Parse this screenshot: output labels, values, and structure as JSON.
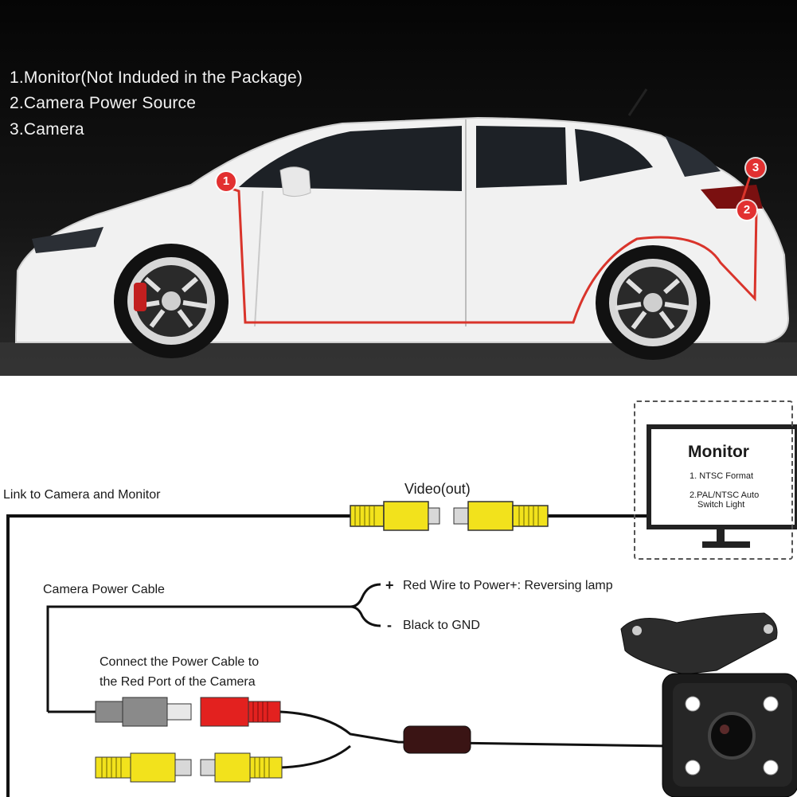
{
  "legend": {
    "item1": "1.Monitor(Not Induded in the Package)",
    "item2": "2.Camera Power Source",
    "item3": "3.Camera"
  },
  "markers": {
    "m1": "1",
    "m2": "2",
    "m3": "3"
  },
  "wiring": {
    "link_label": "Link to Camera and Monitor",
    "video_label": "Video(out)",
    "power_cable_label": "Camera Power Cable",
    "red_wire_sign": "+",
    "red_wire_label": "Red Wire to Power+: Reversing lamp",
    "black_wire_sign": "-",
    "black_wire_label": "Black to GND",
    "connect_label_line1": "Connect the Power Cable to",
    "connect_label_line2": "the Red Port of the Camera"
  },
  "monitor": {
    "title": "Monitor",
    "spec1": "1. NTSC Format",
    "spec2_line1": "2.PAL/NTSC Auto",
    "spec2_line2": "Switch Light"
  },
  "colors": {
    "connector_yellow": "#f2e21c",
    "connector_red": "#e3211f",
    "connector_grey": "#8a8a8a",
    "route_line": "#d9342b",
    "marker": "#e23030"
  }
}
